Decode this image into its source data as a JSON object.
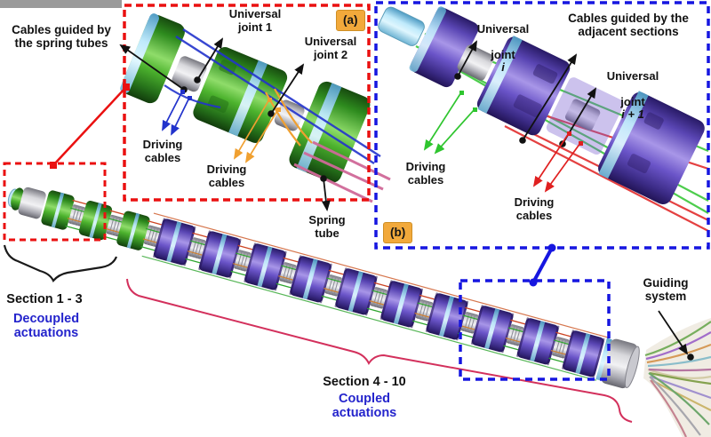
{
  "figure_type": "continuum-robot-diagram",
  "tags": {
    "a": "(a)",
    "b": "(b)"
  },
  "labels": {
    "cables_spring_tubes": "Cables guided by\nthe spring tubes",
    "universal_joint_1": "Universal\njoint 1",
    "universal_joint_2": "Universal\njoint 2",
    "driving_cables": "Driving\ncables",
    "spring_tube": "Spring\ntube",
    "universal_word": "Universal",
    "joint_word": "joint",
    "joint_i_var": "i",
    "joint_i1_var": "i + 1",
    "cables_adjacent": "Cables guided by the\nadjacent sections",
    "guiding_system": "Guiding\nsystem"
  },
  "sections": {
    "s1_3_title": "Section 1 - 3",
    "s1_3_sub": "Decoupled\nactuations",
    "s4_10_title": "Section 4 - 10",
    "s4_10_sub": "Coupled\nactuations"
  },
  "colors": {
    "inset_a_border": "#ea1010",
    "inset_b_border": "#1616e0",
    "tag_bg": "#f2a93b",
    "section_sub_text": "#2424cc",
    "brace_black": "#1a1a1a",
    "brace_pink": "#d3305c",
    "cable_blue": "#2233cc",
    "cable_orange": "#f0a030",
    "cable_green": "#2fc52f",
    "cable_red": "#e02020",
    "spring_tube_pink": "#d06898",
    "module_green": "#3aa32e",
    "module_purple": "#6f55c8",
    "band_cyan": "#9ed7ef",
    "joint_silver": "#c0c0c8"
  }
}
